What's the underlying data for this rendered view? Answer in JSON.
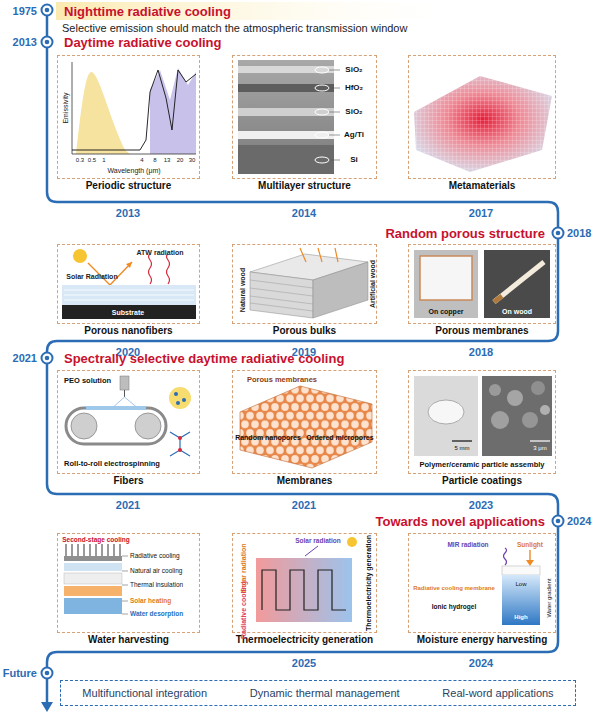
{
  "diagram": {
    "nodes": [
      {
        "text": [
          "Periodic structure"
        ]
      },
      {
        "text": [
          "Multilayer structure"
        ]
      },
      {
        "text": [
          "Metamaterials"
        ]
      },
      {
        "text": [
          "Porous nanofibers"
        ]
      },
      {
        "text": [
          "Porous bulks"
        ]
      },
      {
        "text": [
          "Porous membranes"
        ]
      },
      {
        "text": [
          "Fibers"
        ]
      },
      {
        "text": [
          "Membranes"
        ]
      },
      {
        "text": [
          "Particle coatings"
        ]
      },
      {
        "text": [
          "Water harvesting"
        ]
      },
      {
        "text": [
          "Thermoelectricity generation"
        ]
      },
      {
        "text": [
          "Moisture energy harvesting"
        ]
      },
      {
        "text": [
          "Multifunctional integration",
          "Dynamic thermal management",
          "Real-word applications"
        ]
      }
    ],
    "labels": [
      "1975",
      "Nighttime radiative cooling",
      "Selective emission should match the atmospheric transmission window",
      "2013",
      "Daytime radiative cooling",
      "Emissivity",
      "0.3",
      "0.5",
      "1",
      "4",
      "8",
      "13",
      "20",
      "30",
      "Wavelength (μm)",
      "SiO₂",
      "HfO₂",
      "SiO₂",
      "Ag/Ti",
      "Si",
      "2013",
      "2014",
      "2017",
      "2018",
      "Random porous structure",
      "Solar Radiation",
      "ATW radiation",
      "Substrate",
      "Natural wood",
      "Artificial wood",
      "On copper",
      "On wood",
      "2020",
      "2019",
      "2018",
      "2021",
      "Spectrally selective daytime radiative cooling",
      "PEO solution",
      "Roll-to-roll electrospinning",
      "Porous membranes",
      "Random nanopores",
      "Ordered micropores",
      "5 mm",
      "3 μm",
      "Polymer/ceramic particle assembly",
      "2021",
      "2021",
      "2023",
      "2024",
      "Towards novel applications",
      "Second-stage cooling",
      "Radiative cooling",
      "Natural air cooling",
      "Thermal insulation",
      "Solar heating",
      "Water desorption",
      "Solar radiation",
      "Solar radiation",
      "Radiative cooling",
      "Thermoelectricity generation",
      "MIR radiation",
      "Sunlight",
      "Low",
      "High",
      "Water gradient",
      "Radiative cooling membrane",
      "Ionic hydrogel",
      "2025",
      "2024",
      "Future"
    ]
  }
}
